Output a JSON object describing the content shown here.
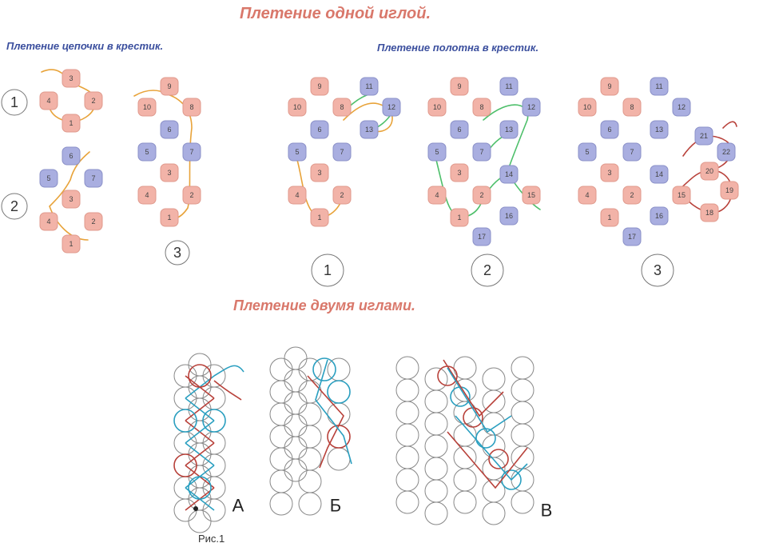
{
  "titles": {
    "main": "Плетение одной иглой.",
    "chain": "Плетение цепочки в крестик.",
    "cloth": "Плетение полотна в крестик.",
    "two_needles": "Плетение двумя иглами."
  },
  "step_numbers": [
    "1",
    "2",
    "3"
  ],
  "letters": [
    "А",
    "Б",
    "В"
  ],
  "figure_caption": "Рис.1",
  "colors": {
    "pink_bead": "#f2b3a8",
    "blue_bead": "#a9aee0",
    "title_red": "#d9786b",
    "title_blue": "#3b4f9e",
    "thread_orange": "#e8a33a",
    "thread_green": "#4dbf6a",
    "thread_red": "#b8413a",
    "thread_teal": "#2a9fc0"
  },
  "bead_labels": {
    "chain_step1": [
      "1",
      "2",
      "3",
      "4"
    ],
    "chain_step2": [
      "1",
      "2",
      "3",
      "4",
      "5",
      "6",
      "7"
    ],
    "chain_step3": [
      "1",
      "2",
      "3",
      "4",
      "5",
      "6",
      "7",
      "8",
      "9",
      "10"
    ],
    "cloth_step1": [
      "1",
      "2",
      "3",
      "4",
      "5",
      "6",
      "7",
      "8",
      "9",
      "10",
      "11",
      "12",
      "13"
    ],
    "cloth_step2": [
      "1",
      "2",
      "3",
      "4",
      "5",
      "6",
      "7",
      "8",
      "9",
      "10",
      "11",
      "12",
      "13",
      "14",
      "15",
      "16",
      "17"
    ],
    "cloth_step3": [
      "1",
      "2",
      "3",
      "4",
      "5",
      "6",
      "7",
      "8",
      "9",
      "10",
      "11",
      "12",
      "13",
      "14",
      "15",
      "16",
      "17",
      "18",
      "19",
      "20",
      "21",
      "22"
    ]
  }
}
